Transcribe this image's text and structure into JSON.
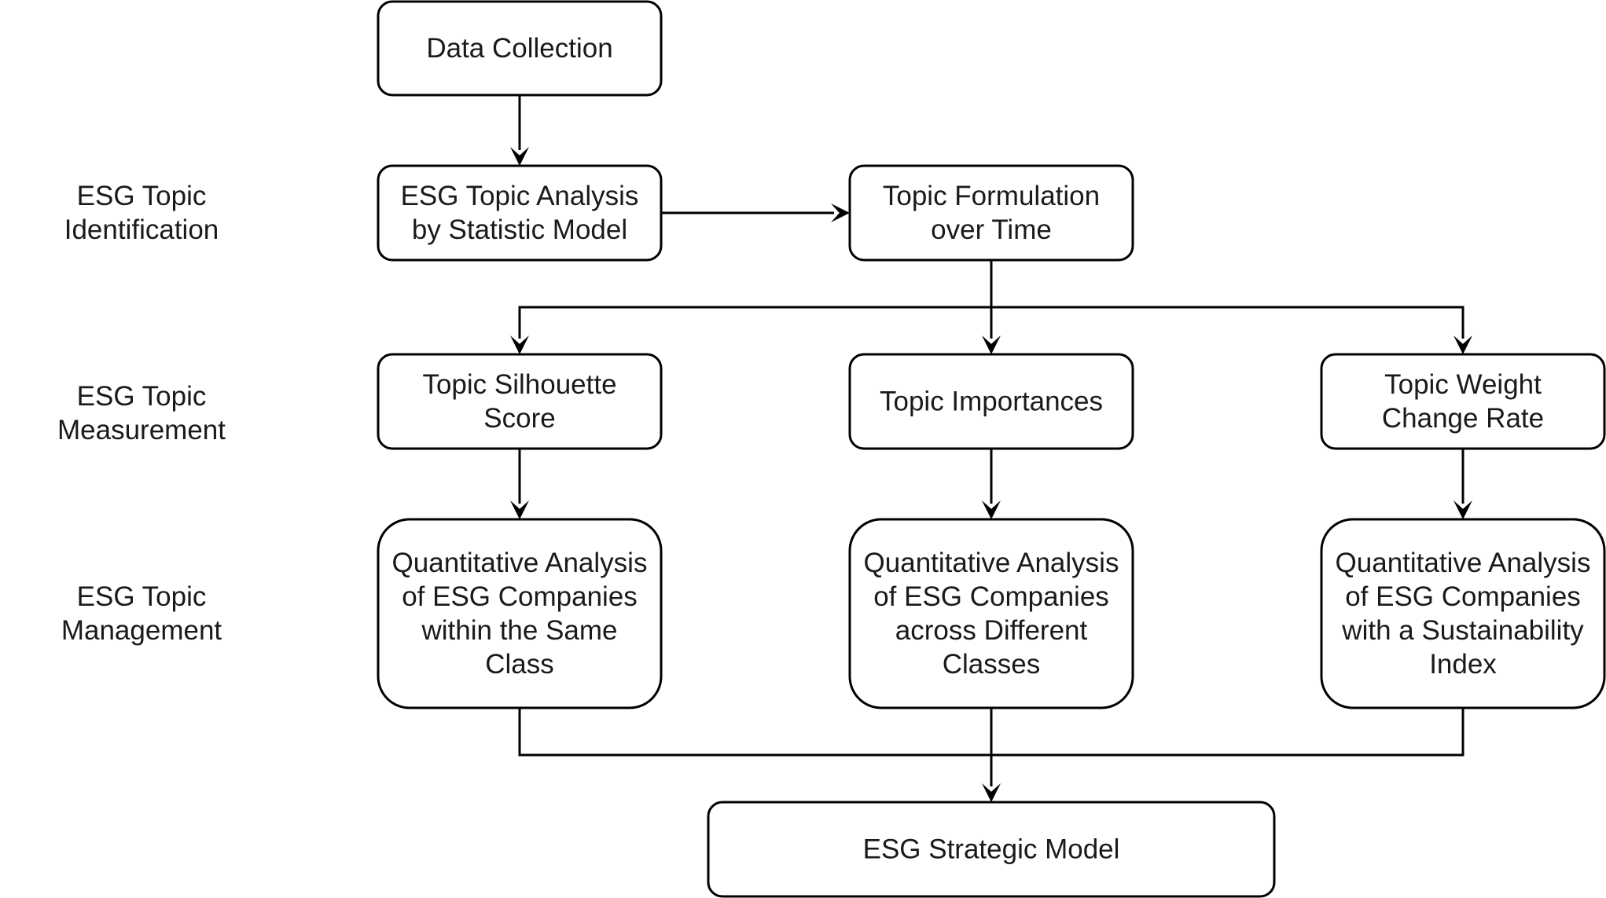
{
  "diagram": {
    "row_labels": [
      {
        "id": "identification",
        "lines": [
          "ESG Topic",
          "Identification"
        ]
      },
      {
        "id": "measurement",
        "lines": [
          "ESG Topic",
          "Measurement"
        ]
      },
      {
        "id": "management",
        "lines": [
          "ESG Topic",
          "Management"
        ]
      }
    ],
    "nodes": [
      {
        "id": "data-collection",
        "lines": [
          "Data Collection"
        ]
      },
      {
        "id": "topic-analysis",
        "lines": [
          "ESG Topic Analysis",
          "by Statistic Model"
        ]
      },
      {
        "id": "topic-formulation",
        "lines": [
          "Topic Formulation",
          "over Time"
        ]
      },
      {
        "id": "silhouette-score",
        "lines": [
          "Topic Silhouette",
          "Score"
        ]
      },
      {
        "id": "topic-importances",
        "lines": [
          "Topic Importances"
        ]
      },
      {
        "id": "weight-change-rate",
        "lines": [
          "Topic Weight",
          "Change Rate"
        ]
      },
      {
        "id": "qa-same-class",
        "lines": [
          "Quantitative Analysis",
          "of ESG Companies",
          "within the Same",
          "Class"
        ]
      },
      {
        "id": "qa-different-classes",
        "lines": [
          "Quantitative Analysis",
          "of ESG Companies",
          "across Different",
          "Classes"
        ]
      },
      {
        "id": "qa-sustainability-index",
        "lines": [
          "Quantitative Analysis",
          "of ESG Companies",
          "with a Sustainability",
          "Index"
        ]
      },
      {
        "id": "strategic-model",
        "lines": [
          "ESG Strategic Model"
        ]
      }
    ],
    "edges": [
      {
        "from": "data-collection",
        "to": "topic-analysis"
      },
      {
        "from": "topic-analysis",
        "to": "topic-formulation"
      },
      {
        "from": "topic-formulation",
        "to": "silhouette-score"
      },
      {
        "from": "topic-formulation",
        "to": "topic-importances"
      },
      {
        "from": "topic-formulation",
        "to": "weight-change-rate"
      },
      {
        "from": "silhouette-score",
        "to": "qa-same-class"
      },
      {
        "from": "topic-importances",
        "to": "qa-different-classes"
      },
      {
        "from": "weight-change-rate",
        "to": "qa-sustainability-index"
      },
      {
        "from": "qa-same-class",
        "to": "strategic-model"
      },
      {
        "from": "qa-different-classes",
        "to": "strategic-model"
      },
      {
        "from": "qa-sustainability-index",
        "to": "strategic-model"
      }
    ]
  }
}
